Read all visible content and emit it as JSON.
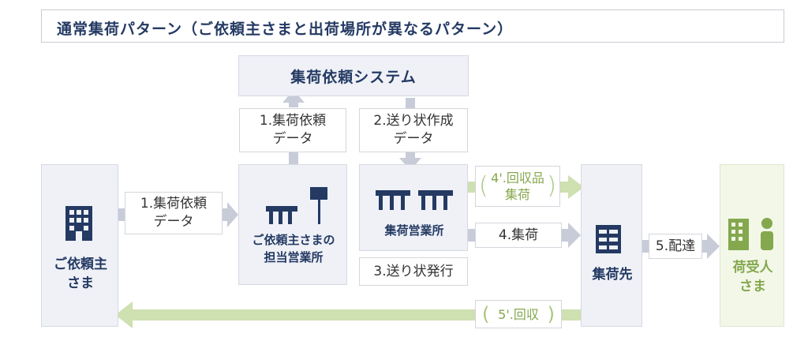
{
  "title": "通常集荷パターン（ご依頼主さまと出荷場所が異なるパターン）",
  "nodes": {
    "system": "集荷依頼システム",
    "client": [
      "ご依頼主",
      "さま"
    ],
    "office": [
      "ご依頼主さまの",
      "担当営業所"
    ],
    "depot": "集荷営業所",
    "pickup": "集荷先",
    "recipient": [
      "荷受人",
      "さま"
    ]
  },
  "labels": {
    "data1_top": [
      "1.集荷依頼",
      "データ"
    ],
    "data2_top": [
      "2.送り状作成",
      "データ"
    ],
    "data1_left": [
      "1.集荷依頼",
      "データ"
    ],
    "issue3": "3.送り状発行",
    "collect4": "4.集荷",
    "collect4b": [
      "4'.回収品",
      "集荷"
    ],
    "deliver5": "5.配達",
    "return5": "5'.回収"
  },
  "colors": {
    "navy": "#243a63",
    "arrow": "#c8ccd8",
    "green": "#84a84d",
    "green_arrow": "#cfe0b1"
  }
}
